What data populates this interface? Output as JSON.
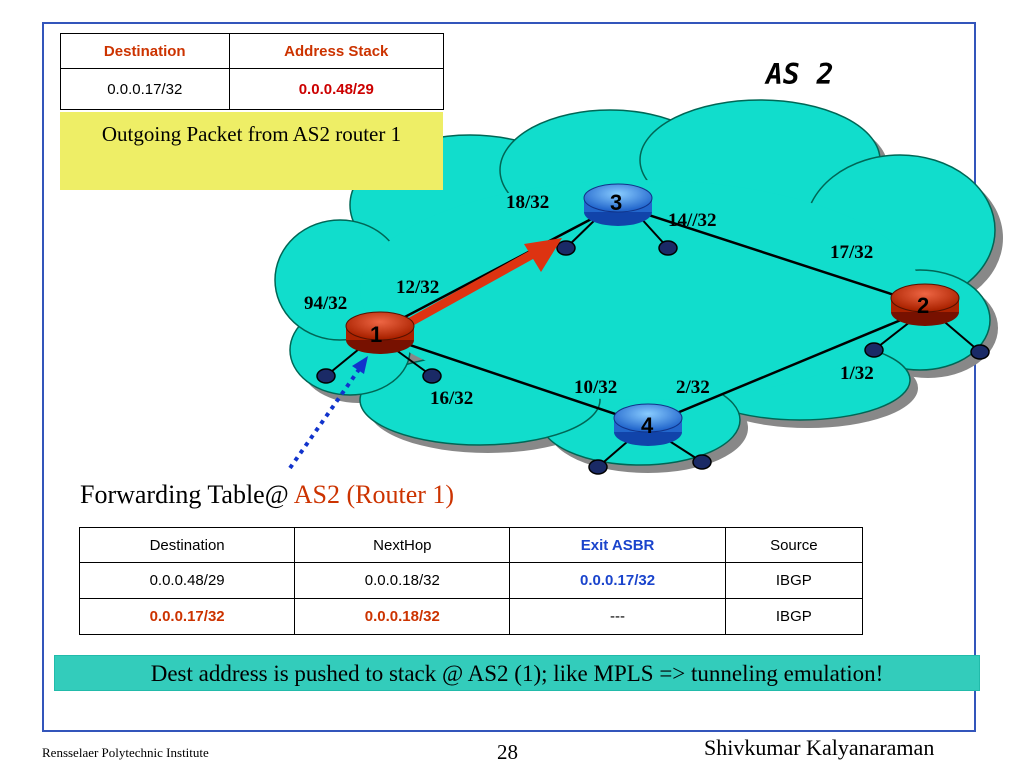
{
  "as_label": "AS 2",
  "stack_table": {
    "headers": [
      "Destination",
      "Address Stack"
    ],
    "row": [
      "0.0.0.17/32",
      "0.0.0.48/29"
    ]
  },
  "outgoing_note": "Outgoing Packet from AS2 router 1",
  "diagram": {
    "routers": [
      {
        "id": "1",
        "color": "red"
      },
      {
        "id": "2",
        "color": "red"
      },
      {
        "id": "3",
        "color": "blue"
      },
      {
        "id": "4",
        "color": "blue"
      }
    ],
    "links": [
      {
        "from": "1",
        "to": "3"
      },
      {
        "from": "3",
        "to": "2"
      },
      {
        "from": "1",
        "to": "4"
      },
      {
        "from": "4",
        "to": "2"
      }
    ],
    "interface_labels": [
      "18/32",
      "14//32",
      "17/32",
      "12/32",
      "94/32",
      "1/32",
      "10/32",
      "2/32",
      "16/32"
    ],
    "colors": {
      "cloud": "#11ddcc",
      "router_red": "#cc3311",
      "router_blue": "#3388ee",
      "arrow": "#dd3311",
      "dotted": "#1133cc"
    }
  },
  "forwarding_title": "Forwarding Table@ ",
  "forwarding_title_accent": "AS2 (Router 1)",
  "forwarding_table": {
    "headers": [
      "Destination",
      "NextHop",
      "Exit ASBR",
      "Source"
    ],
    "rows": [
      [
        "0.0.0.48/29",
        "0.0.0.18/32",
        "0.0.0.17/32",
        "IBGP"
      ],
      [
        "0.0.0.17/32",
        "0.0.0.18/32",
        "---",
        "IBGP"
      ]
    ]
  },
  "bottom_note": "Dest address is pushed to stack @ AS2 (1); like MPLS => tunneling emulation!",
  "footer": {
    "institute": "Rensselaer Polytechnic Institute",
    "page": "28",
    "author": "Shivkumar Kalyanaraman"
  }
}
